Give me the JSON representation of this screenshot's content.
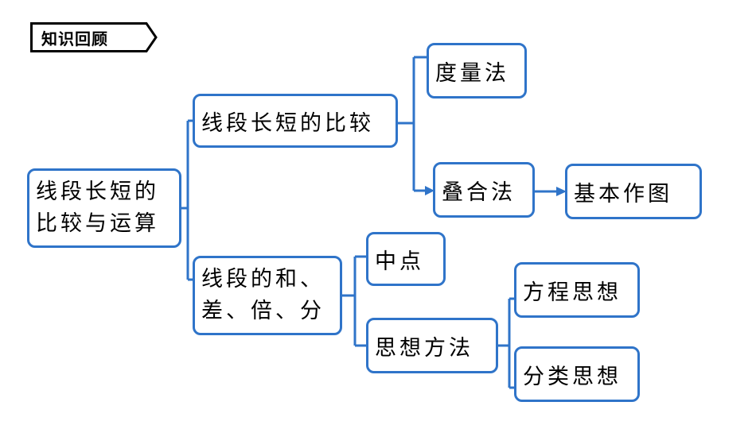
{
  "header": {
    "label": "知识回顾"
  },
  "colors": {
    "border": "#2f74c9",
    "connector": "#2f74c9",
    "text": "#000000"
  },
  "nodes": {
    "root": {
      "line1": "线段长短的",
      "line2": "比较与运算"
    },
    "compare": {
      "label": "线段长短的比较"
    },
    "measure": {
      "label": "度量法"
    },
    "overlap": {
      "label": "叠合法"
    },
    "construct": {
      "label": "基本作图"
    },
    "operations": {
      "line1": "线段的和、",
      "line2": "差、倍、分"
    },
    "midpoint": {
      "label": "中点"
    },
    "thinking": {
      "label": "思想方法"
    },
    "equation": {
      "label": "方程思想"
    },
    "classify": {
      "label": "分类思想"
    }
  }
}
